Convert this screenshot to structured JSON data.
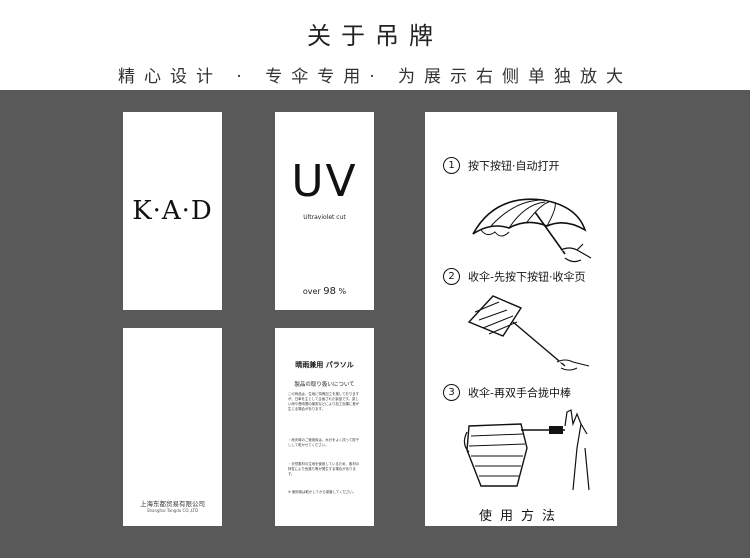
{
  "header": {
    "title": "关于吊牌",
    "subtitle": "精心设计 · 专伞专用· 为展示右侧单独放大"
  },
  "tag_brand": {
    "text": "K·A·D"
  },
  "tag_uv": {
    "big": "UV",
    "sub": "Ultraviolet cut",
    "over_prefix": "over",
    "over_value": "98",
    "over_unit": "%"
  },
  "tag_company": {
    "name": "上海东都贸易有限公司",
    "name_en": "Shanghai Tongdu CO.,LTD"
  },
  "tag_care": {
    "title": "晴雨兼用 パラソル",
    "subtitle": "製品の取り扱いについて",
    "para1": "この商品は、生地に特殊加工を施しておりますが、日傘を主として企画された製品です。激しい雨や長時間の使用などにより加工効果に差が生じる場合があります。",
    "para2": "・雨天時のご使用後は、水分をよく拭って陰干しして乾かせてください。",
    "para3": "・天然素材の生地を使用しているため、素材の特性により色落ち等が発生する場合があります。",
    "para4": "※ 使用後は乾かしてから保管してください。"
  },
  "tag_instructions": {
    "steps": [
      {
        "num": "1",
        "text": "按下按钮·自动打开"
      },
      {
        "num": "2",
        "text": "收伞-先按下按钮·收伞页"
      },
      {
        "num": "3",
        "text": "收伞-再双手合拢中棒"
      }
    ],
    "footer": "使用方法"
  }
}
